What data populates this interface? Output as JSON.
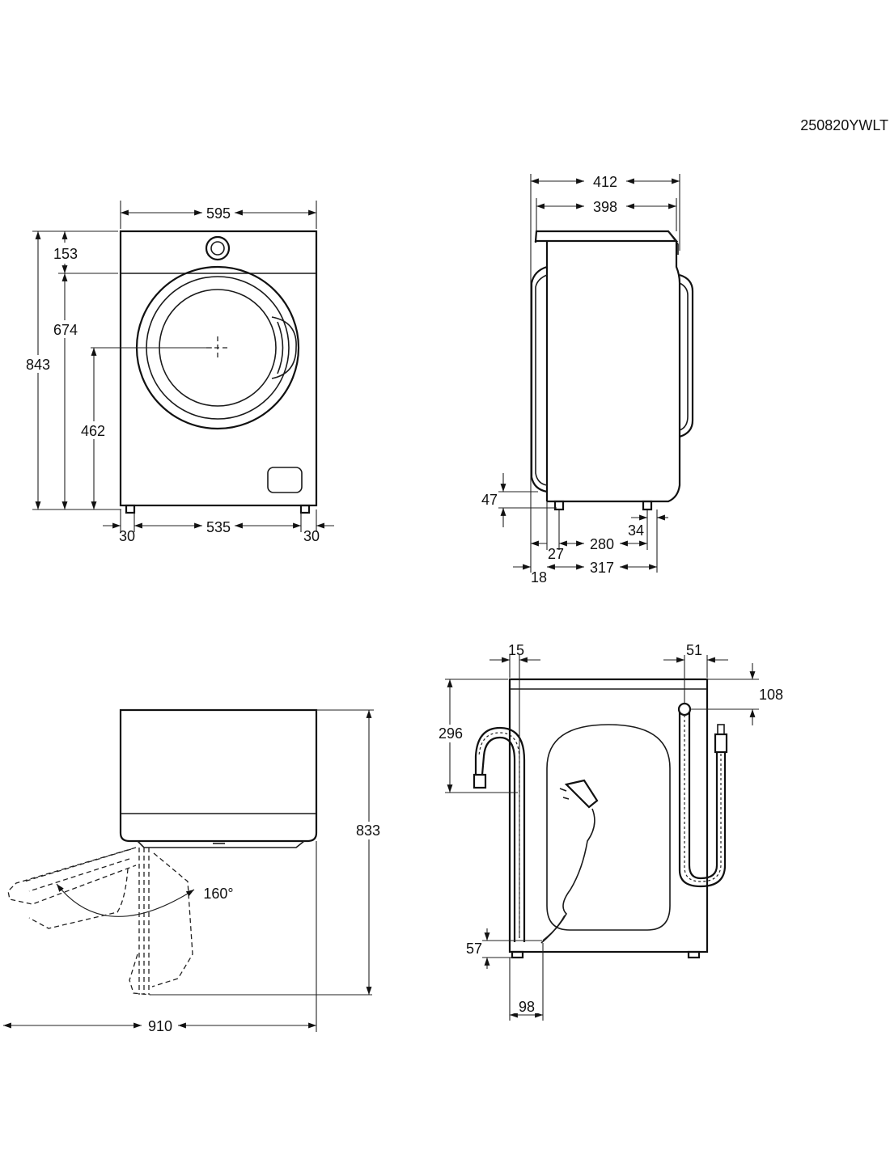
{
  "model_code": "250820YWLT",
  "front_view": {
    "width": "595",
    "height": "843",
    "top_panel": "153",
    "drum_center_to_top": "674",
    "drum_center_height": "462",
    "feet_inner": "535",
    "foot_offset_left": "30",
    "foot_offset_right": "30"
  },
  "side_view": {
    "depth_total": "412",
    "depth_body": "398",
    "foot_height": "47",
    "feet_span": "280",
    "rear_foot_offset": "34",
    "front_offset": "27",
    "door_offset": "18",
    "overall": "317"
  },
  "door_view": {
    "overall_depth": "910",
    "height": "833",
    "opening_angle": "160°"
  },
  "rear_view": {
    "hose_offset": "15",
    "inlet_offset": "51",
    "inlet_from_top": "108",
    "hose_height": "296",
    "bottom_height": "57",
    "bottom_width": "98"
  }
}
